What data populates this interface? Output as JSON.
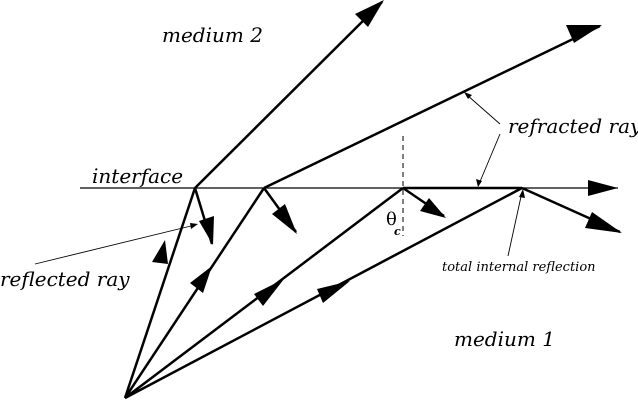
{
  "labels": {
    "medium_2": "medium 2",
    "medium_1": "medium 1",
    "interface": "interface",
    "refracted_ray": "refracted ray",
    "reflected_ray": "reflected ray",
    "total_internal_reflection": "total internal reflection",
    "theta": "θ",
    "theta_subscript": "c"
  },
  "colors": {
    "ink": "#000000",
    "background": "#ffffff"
  }
}
